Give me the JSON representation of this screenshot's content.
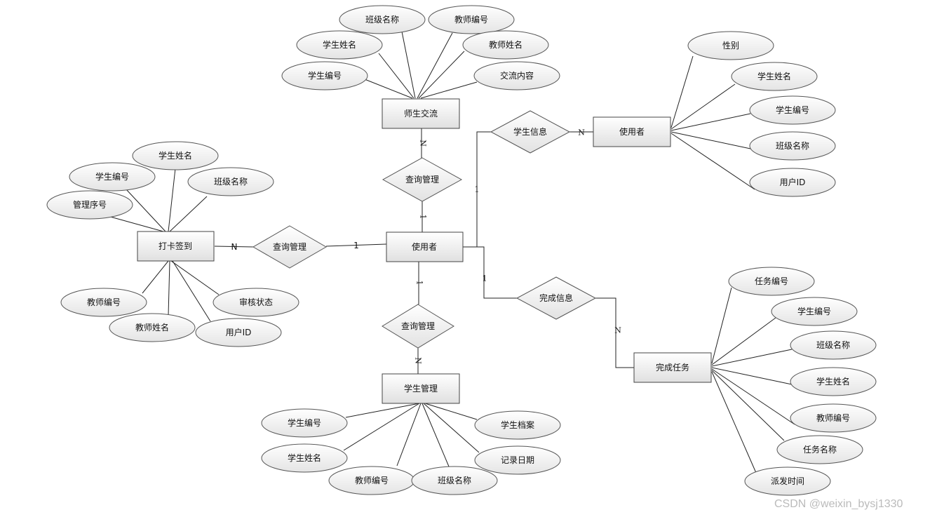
{
  "entities": {
    "e_exchange": "师生交流",
    "e_user_center": "使用者",
    "e_user_right": "使用者",
    "e_checkin": "打卡签到",
    "e_student_mgmt": "学生管理",
    "e_task": "完成任务"
  },
  "relations": {
    "r_query_top": "查询管理",
    "r_query_left": "查询管理",
    "r_query_bottom": "查询管理",
    "r_student_info": "学生信息",
    "r_complete_info": "完成信息"
  },
  "attributes": {
    "a_ex_class": "班级名称",
    "a_ex_tno": "教师编号",
    "a_ex_sname": "学生姓名",
    "a_ex_tname": "教师姓名",
    "a_ex_sno": "学生编号",
    "a_ex_content": "交流内容",
    "a_u_gender": "性别",
    "a_u_sname": "学生姓名",
    "a_u_sno": "学生编号",
    "a_u_class": "班级名称",
    "a_u_uid": "用户ID",
    "a_c_sname": "学生姓名",
    "a_c_sno": "学生编号",
    "a_c_class": "班级名称",
    "a_c_seq": "管理序号",
    "a_c_tno": "教师编号",
    "a_c_status": "审核状态",
    "a_c_tname": "教师姓名",
    "a_c_uid": "用户ID",
    "a_t_tno": "任务编号",
    "a_t_sno": "学生编号",
    "a_t_class": "班级名称",
    "a_t_sname": "学生姓名",
    "a_t_teacher": "教师编号",
    "a_t_tname": "任务名称",
    "a_t_time": "派发时间",
    "a_s_sno": "学生编号",
    "a_s_file": "学生档案",
    "a_s_sname": "学生姓名",
    "a_s_date": "记录日期",
    "a_s_tno": "教师编号",
    "a_s_class": "班级名称"
  },
  "cardinalities": {
    "c_top_n": "N",
    "c_top_1": "1",
    "c_left_n": "N",
    "c_left_1": "1",
    "c_bottom_1": "1",
    "c_bottom_n": "N",
    "c_info_n": "N",
    "c_info_1": "1",
    "c_task_1": "1",
    "c_task_n": "N"
  },
  "watermark": "CSDN @weixin_bysj1330"
}
